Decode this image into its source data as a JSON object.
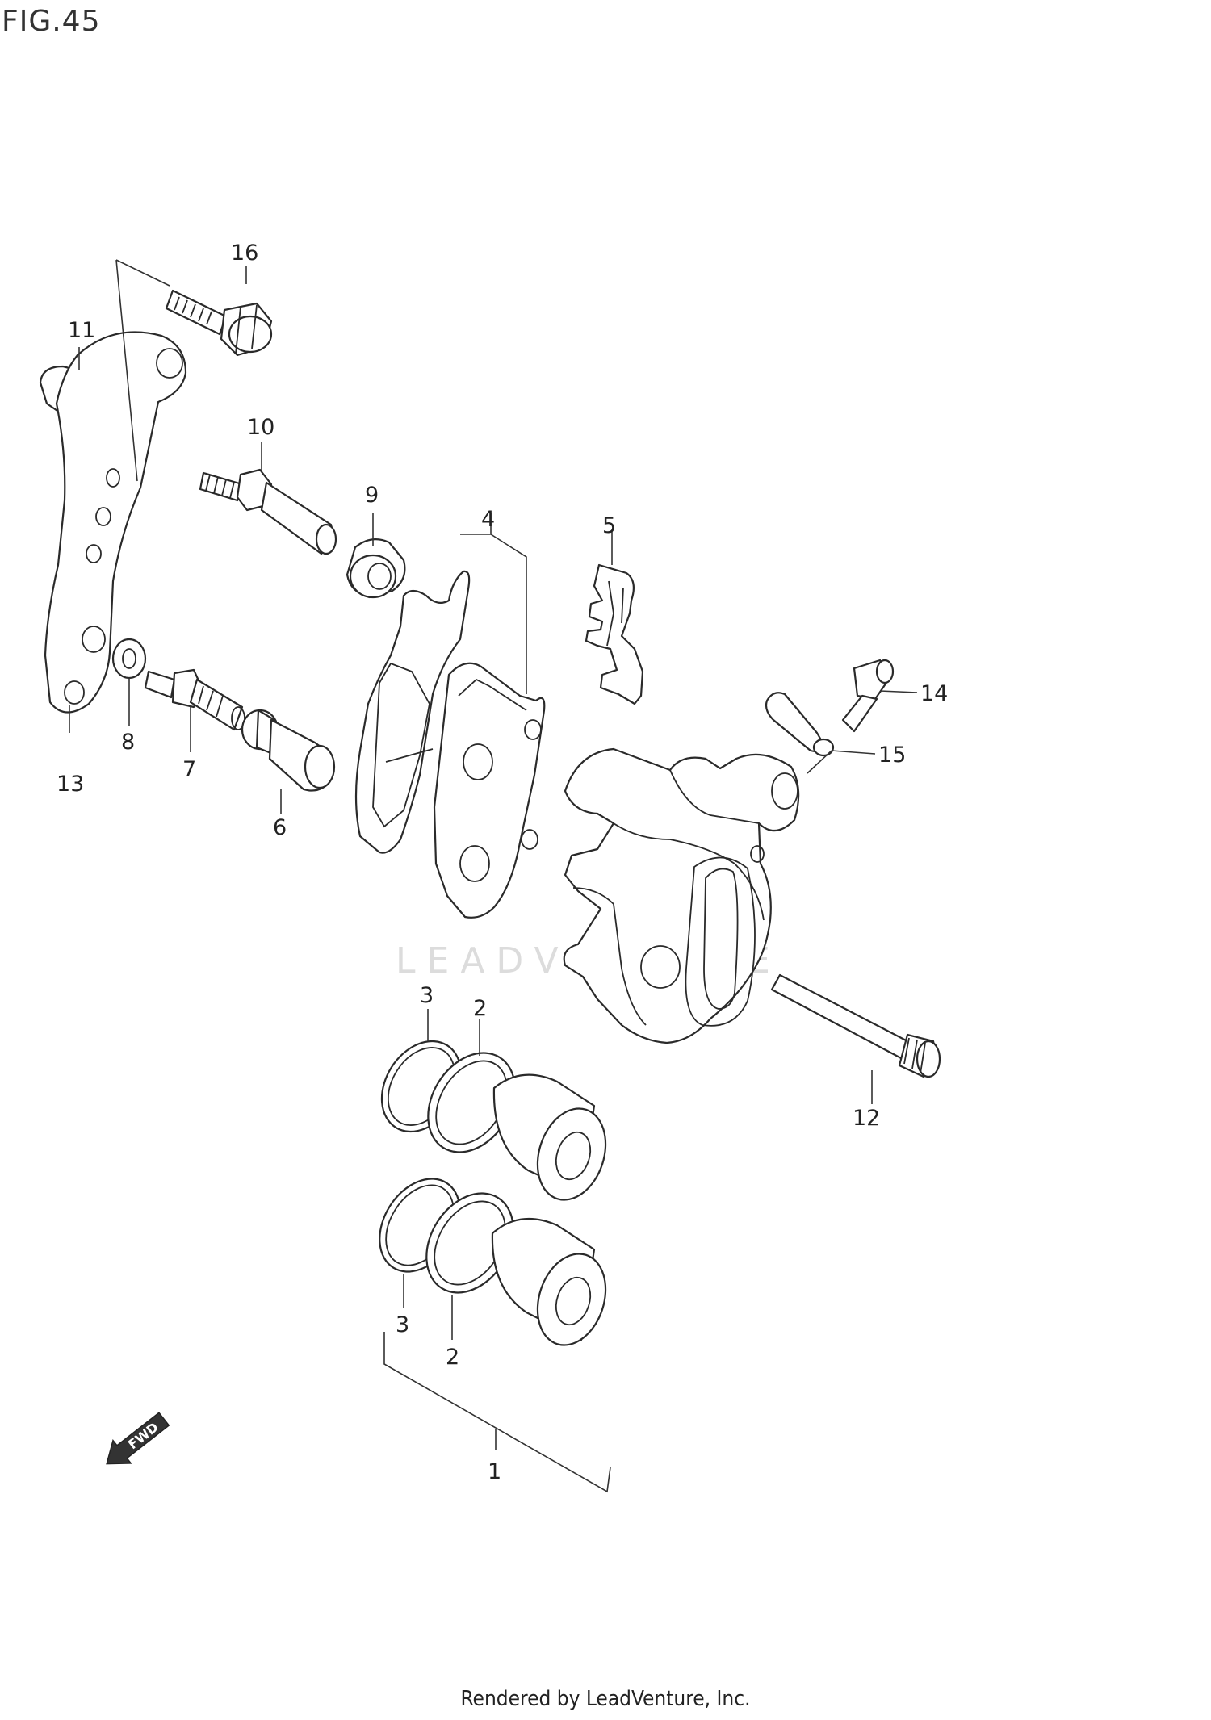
{
  "figure": {
    "title": "FIG.45"
  },
  "watermark": {
    "text": "LEADVENTURE"
  },
  "footer": {
    "text": "Rendered by LeadVenture, Inc."
  },
  "fwd_arrow": {
    "label": "FWD"
  },
  "callouts": {
    "c1": "1",
    "c2a": "2",
    "c2b": "2",
    "c3a": "3",
    "c3b": "3",
    "c4": "4",
    "c5": "5",
    "c6": "6",
    "c7": "7",
    "c8": "8",
    "c9": "9",
    "c10": "10",
    "c11": "11",
    "c12": "12",
    "c13": "13",
    "c14": "14",
    "c15": "15",
    "c16": "16"
  },
  "colors": {
    "line": "#2a2a2a",
    "watermark": "#dcdcdc",
    "background": "#ffffff"
  }
}
